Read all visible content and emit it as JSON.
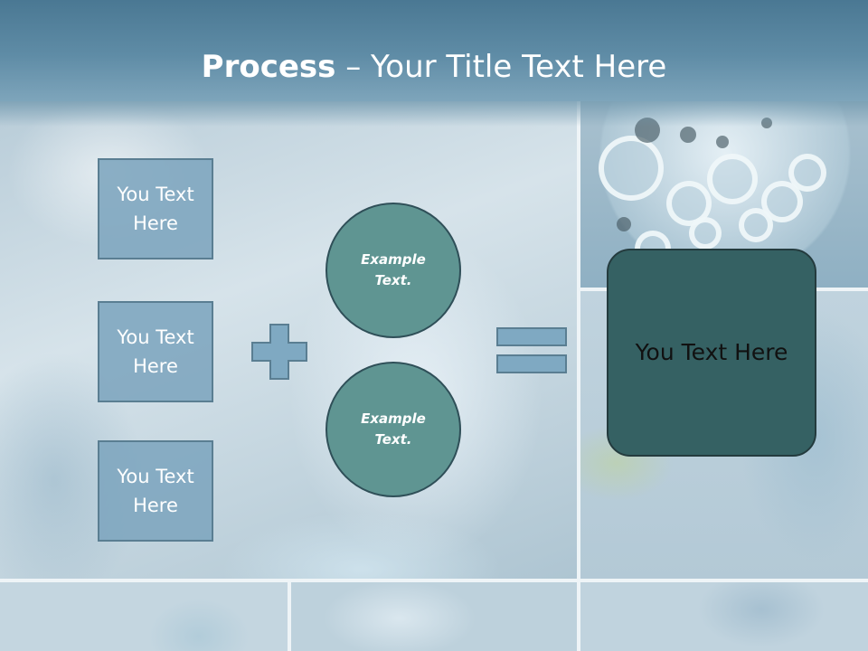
{
  "slide": {
    "title_bold": "Process",
    "title_dash": " – ",
    "title_rest": "Your Title Text Here"
  },
  "inputs": [
    {
      "label": "You Text Here"
    },
    {
      "label": "You Text Here"
    },
    {
      "label": "You Text Here"
    }
  ],
  "circles": [
    {
      "label": "Example Text."
    },
    {
      "label": "Example Text."
    }
  ],
  "result": {
    "label": "You Text Here"
  },
  "colors": {
    "title_band": "#4a7893",
    "input_box": "#7da5be",
    "circle_fill": "#5f9592",
    "result_fill": "#356163",
    "symbol_fill": "#7fa9c2"
  },
  "icons": [
    "plus-icon",
    "equals-icon"
  ]
}
